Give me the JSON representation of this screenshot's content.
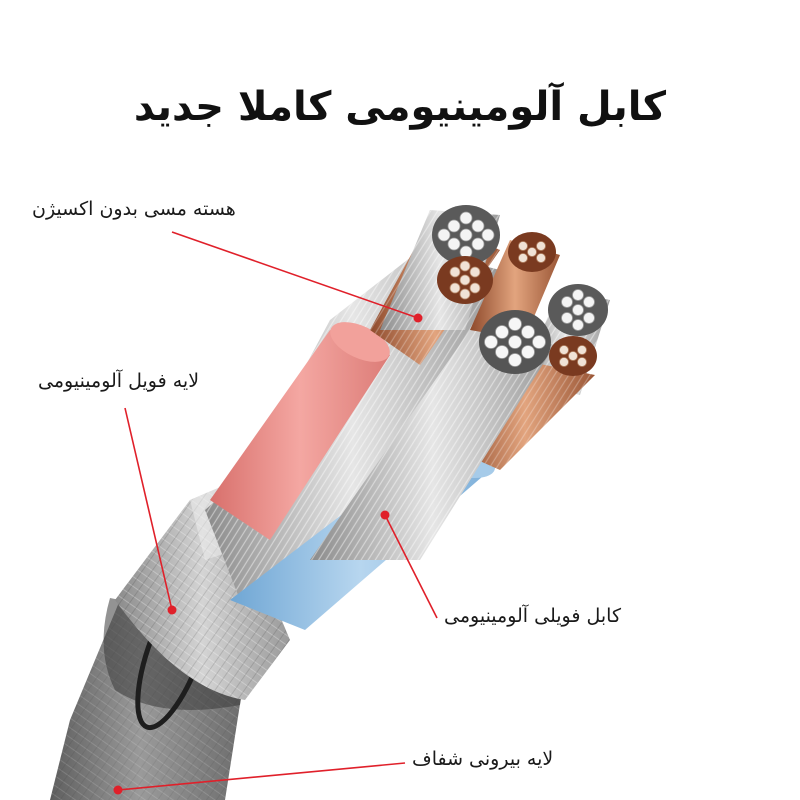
{
  "title": "کابل آلومینیومی کاملا جدید",
  "labels": {
    "core": "هسته مسی بدون اکسیژن",
    "foil_layer": "لایه فویل آلومینیومی",
    "foil_cable": "کابل فویلی آلومینیومی",
    "outer_layer": "لایه بیرونی شفاف"
  },
  "colors": {
    "leader": "#e0202a",
    "copper": "#c47a52",
    "pink_insulation": "#ea8f8a",
    "blue_insulation": "#8fbde2",
    "aluminum": "#b9b9b9",
    "jacket": "#7a7a7a"
  }
}
